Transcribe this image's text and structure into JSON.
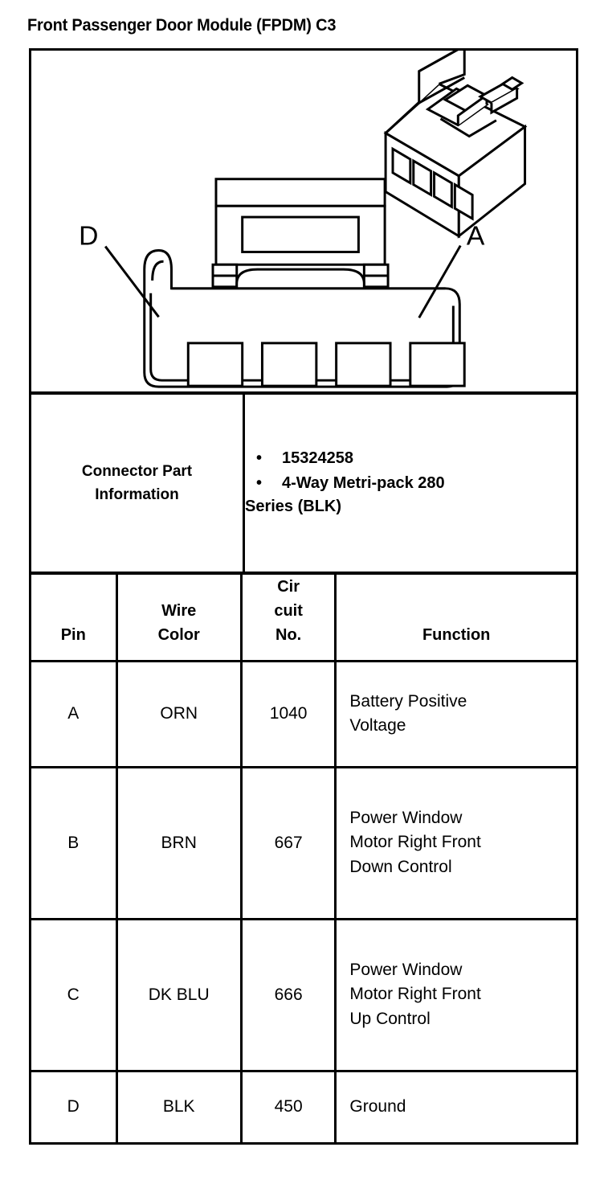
{
  "document": {
    "title": "Front Passenger Door Module (FPDM) C3"
  },
  "diagram": {
    "name": "connector-face-and-isometric-view",
    "pin_labels": {
      "left": "D",
      "right": "A"
    },
    "cavity_count": 4
  },
  "connector_part_information": {
    "label_line1": "Connector Part",
    "label_line2": "Information",
    "bullet_marker": "•",
    "items": [
      "15324258",
      "4-Way Metri-pack 280 Series (BLK)"
    ],
    "item2_line1": "4-Way Metri-pack 280",
    "item2_line2": "Series (BLK)"
  },
  "pin_table": {
    "headers": {
      "pin": "Pin",
      "wire_color_line1": "Wire",
      "wire_color_line2": "Color",
      "circuit_no_line1": "Cir",
      "circuit_no_line2": "cuit",
      "circuit_no_line3": "No.",
      "function": "Function"
    },
    "rows": [
      {
        "pin": "A",
        "wire_color": "ORN",
        "circuit_no": "1040",
        "function_lines": [
          "Battery Positive",
          "Voltage"
        ]
      },
      {
        "pin": "B",
        "wire_color": "BRN",
        "circuit_no": "667",
        "function_lines": [
          "Power Window",
          "Motor Right Front",
          "Down Control"
        ]
      },
      {
        "pin": "C",
        "wire_color": "DK BLU",
        "circuit_no": "666",
        "function_lines": [
          "Power Window",
          "Motor Right Front",
          "Up Control"
        ]
      },
      {
        "pin": "D",
        "wire_color": "BLK",
        "circuit_no": "450",
        "function_lines": [
          "Ground"
        ]
      }
    ]
  },
  "colors": {
    "ink": "#000000",
    "paper": "#ffffff"
  }
}
